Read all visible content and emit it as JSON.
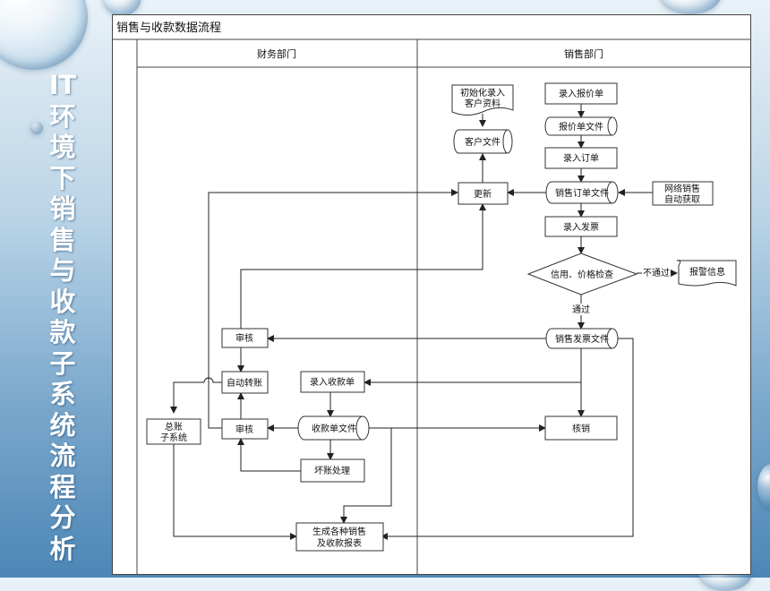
{
  "side_title": "IT环境下销售与收款子系统流程分析",
  "diagram": {
    "title": "销售与收款数据流程",
    "lanes": {
      "finance": "财务部门",
      "sales": "销售部门"
    },
    "nodes": {
      "init_customer_line1": "初始化录入",
      "init_customer_line2": "客户资料",
      "customer_file": "客户文件",
      "update": "更新",
      "enter_quote": "录入报价单",
      "quote_file": "报价单文件",
      "enter_order": "录入订单",
      "order_file": "销售订单文件",
      "online_sales_line1": "网络销售",
      "online_sales_line2": "自动获取",
      "enter_invoice": "录入发票",
      "credit_check": "信用、价格检查",
      "fail_label": "不通过",
      "alert": "报警信息",
      "pass_label": "通过",
      "invoice_file": "销售发票文件",
      "review_top": "审核",
      "auto_transfer": "自动转账",
      "review_bottom": "审核",
      "gl_line1": "总账",
      "gl_line2": "子系统",
      "enter_receipt": "录入收款单",
      "receipt_file": "收款单文件",
      "bad_debt": "坏账处理",
      "writeoff": "核销",
      "reports_line1": "生成各种销售",
      "reports_line2": "及收款报表"
    }
  }
}
